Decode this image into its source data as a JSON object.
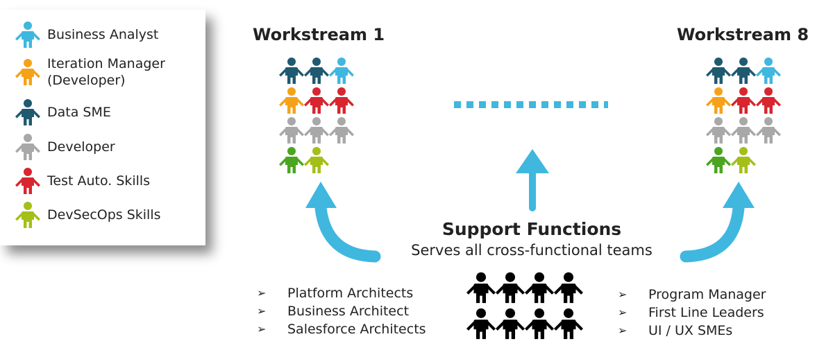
{
  "legend": {
    "items": [
      {
        "label": "Business Analyst",
        "color": "#3fb7df"
      },
      {
        "label": "Iteration Manager\n(Developer)",
        "color": "#f5a21a"
      },
      {
        "label": "Data SME",
        "color": "#1f5a70"
      },
      {
        "label": "Developer",
        "color": "#a8a8a8"
      },
      {
        "label": "Test Auto. Skills",
        "color": "#d7262f"
      },
      {
        "label": "DevSecOps Skills",
        "color": "#a4bf19"
      }
    ]
  },
  "workstreams": [
    {
      "title": "Workstream 1",
      "rows": [
        [
          "#1f5a70",
          "#1f5a70",
          "#3fb7df"
        ],
        [
          "#f5a21a",
          "#d7262f",
          "#d7262f"
        ],
        [
          "#a8a8a8",
          "#a8a8a8",
          "#a8a8a8"
        ],
        [
          "#4aa520",
          "#a4bf19"
        ]
      ]
    },
    {
      "title": "Workstream 8",
      "rows": [
        [
          "#1f5a70",
          "#1f5a70",
          "#3fb7df"
        ],
        [
          "#f5a21a",
          "#d7262f",
          "#d7262f"
        ],
        [
          "#a8a8a8",
          "#a8a8a8",
          "#a8a8a8"
        ],
        [
          "#4aa520",
          "#a4bf19"
        ]
      ]
    }
  ],
  "support": {
    "title": "Support Functions",
    "subtitle": "Serves all cross-functional teams",
    "left_list": [
      "Platform Architects",
      "Business Architect",
      "Salesforce Architects"
    ],
    "right_list": [
      "Program Manager",
      "First Line Leaders",
      "UI / UX SMEs"
    ],
    "people_color": "#000000",
    "people_rows": 2,
    "people_per_row": 4
  },
  "arrow_color": "#3fb7df",
  "bullet_glyph": "➢"
}
